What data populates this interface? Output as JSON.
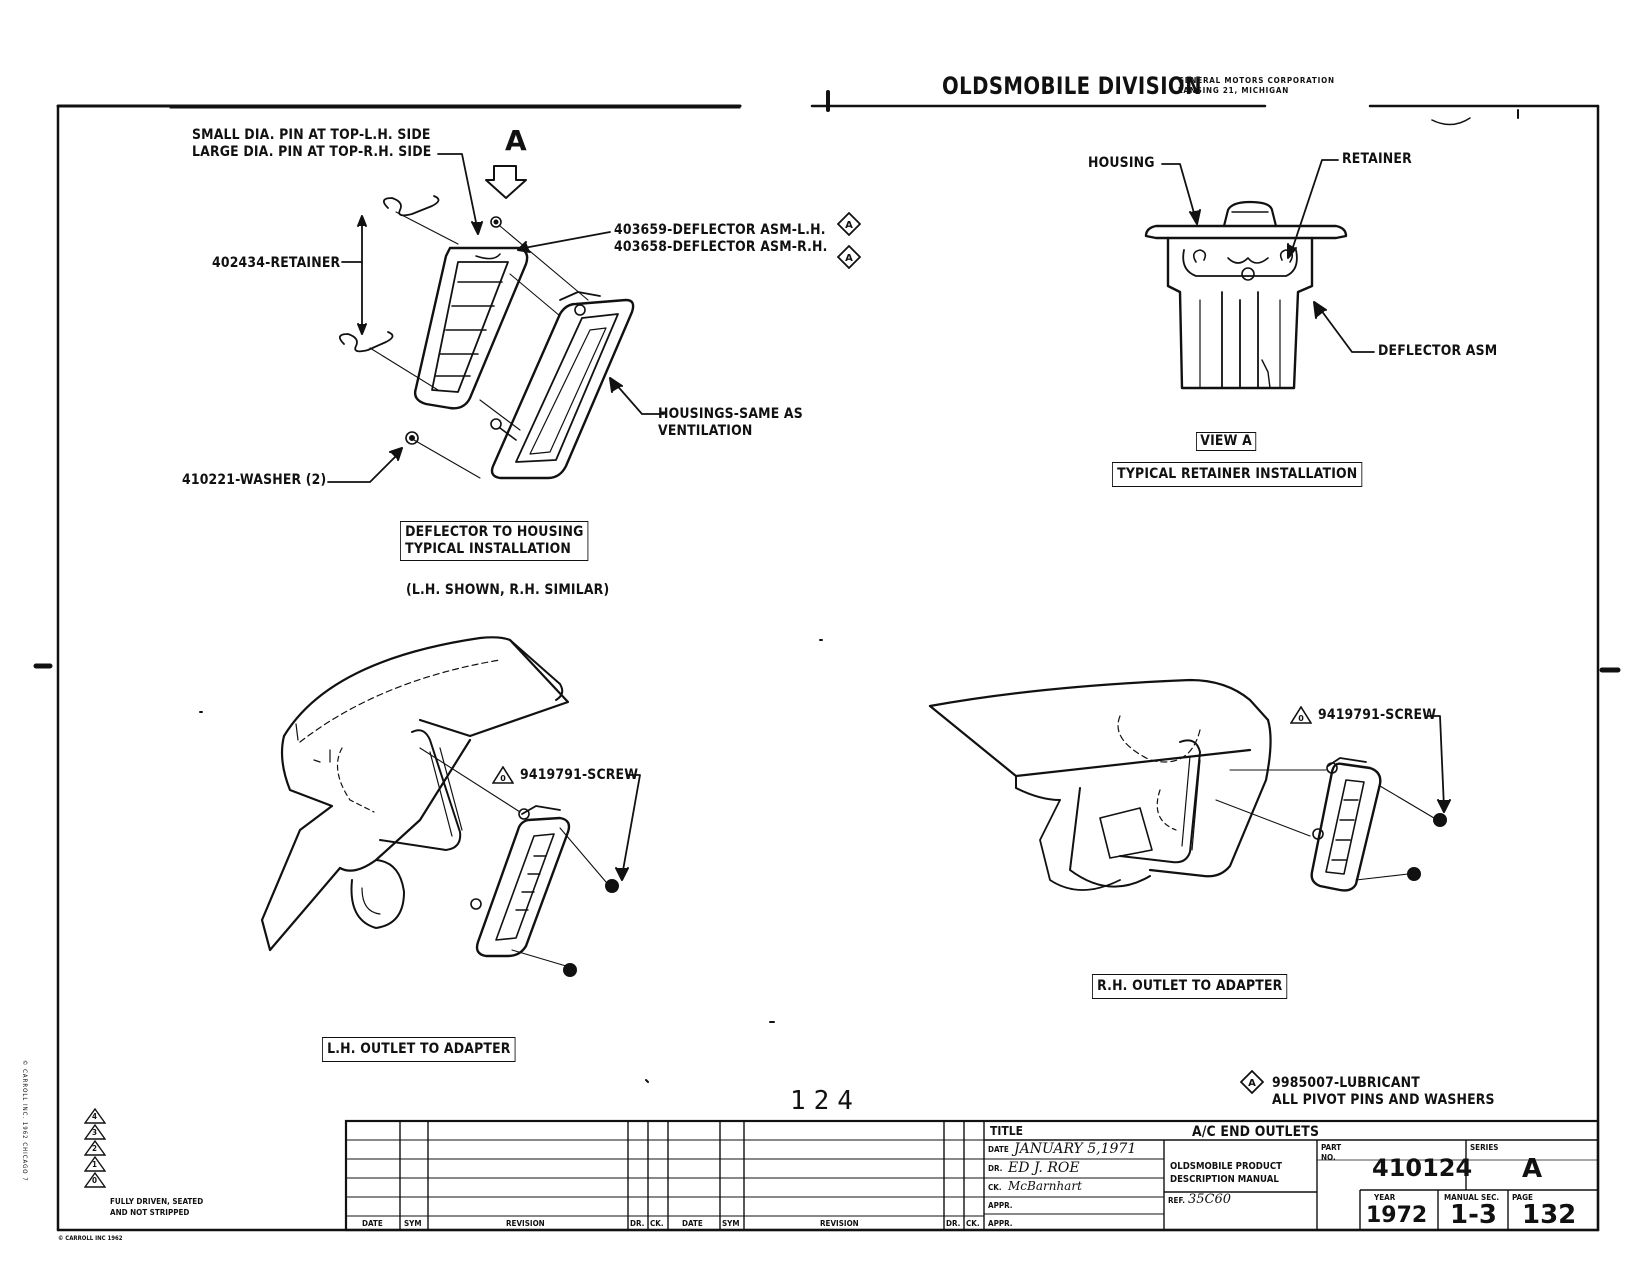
{
  "header": {
    "division": "OLDSMOBILE DIVISION",
    "corp_line1": "GENERAL MOTORS CORPORATION",
    "corp_line2": "LANSING 21, MICHIGAN"
  },
  "view_marker": "A",
  "top_left": {
    "pin_note_line1": "SMALL DIA. PIN AT TOP-L.H. SIDE",
    "pin_note_line2": "LARGE DIA. PIN AT TOP-R.H. SIDE",
    "deflector_lh": "403659-DEFLECTOR ASM-L.H.",
    "deflector_rh": "403658-DEFLECTOR ASM-R.H.",
    "retainer": "402434-RETAINER",
    "housings_line1": "HOUSINGS-SAME AS",
    "housings_line2": "VENTILATION",
    "washer": "410221-WASHER (2)",
    "caption_line1": "DEFLECTOR TO HOUSING",
    "caption_line2": "TYPICAL INSTALLATION",
    "note": "(L.H. SHOWN, R.H. SIMILAR)"
  },
  "top_right": {
    "housing": "HOUSING",
    "retainer": "RETAINER",
    "deflector": "DEFLECTOR ASM",
    "view_label": "VIEW A",
    "caption": "TYPICAL RETAINER INSTALLATION"
  },
  "bottom_left": {
    "screw": "9419791-SCREW",
    "screw_flag": "0",
    "caption": "L.H. OUTLET TO ADAPTER"
  },
  "bottom_right": {
    "screw": "9419791-SCREW",
    "screw_flag": "0",
    "caption": "R.H. OUTLET TO ADAPTER"
  },
  "lubricant": {
    "flag": "A",
    "line1": "9985007-LUBRICANT",
    "line2": "ALL PIVOT PINS AND WASHERS"
  },
  "page_handwritten": "124",
  "legend": {
    "flags": [
      "4",
      "3",
      "2",
      "1",
      "0"
    ],
    "note_line1": "FULLY DRIVEN, SEATED",
    "note_line2": "AND NOT STRIPPED"
  },
  "revision_headers": [
    "DATE",
    "SYM",
    "REVISION",
    "DR.",
    "CK.",
    "DATE",
    "SYM",
    "REVISION",
    "DR.",
    "CK."
  ],
  "title_block": {
    "title_label": "TITLE",
    "title": "A/C END OUTLETS",
    "date_label": "DATE",
    "date": "JANUARY 5,1971",
    "dr_label": "DR.",
    "dr": "ED J. ROE",
    "ck_label": "CK.",
    "ck": "McBarnhart",
    "appr_label": "APPR.",
    "appr2_label": "APPR.",
    "manual_line1": "OLDSMOBILE PRODUCT",
    "manual_line2": "DESCRIPTION MANUAL",
    "ref_label": "REF.",
    "ref": "35C60",
    "part_label1": "PART",
    "part_label2": "NO.",
    "part_no": "410124",
    "series_label": "SERIES",
    "series": "A",
    "year_label": "YEAR",
    "year": "1972",
    "manual_sec_label": "MANUAL SEC.",
    "manual_sec": "1-3",
    "page_label": "PAGE",
    "page": "132"
  },
  "margin_text": {
    "vertical": "© CARROLL INC. 1962 CHICAGO 7",
    "bottom": "© CARROLL INC 1962"
  }
}
